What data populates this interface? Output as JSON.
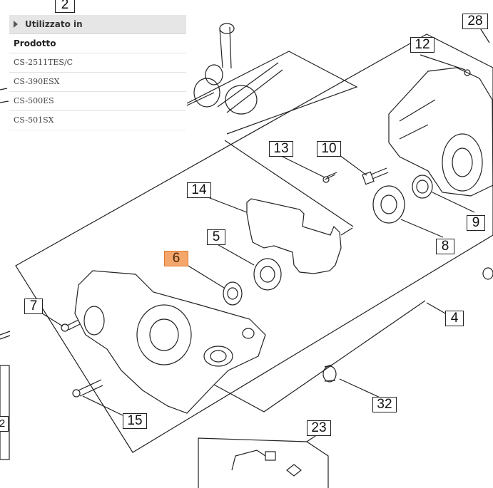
{
  "usage_panel": {
    "title": "Utilizzato in",
    "column_header": "Prodotto",
    "products": [
      "CS-2511TES/C",
      "CS-390ESX",
      "CS-500ES",
      "CS-501SX"
    ]
  },
  "callouts": {
    "c2": "2",
    "c28": "28",
    "c12": "12",
    "c13": "13",
    "c10": "10",
    "c14": "14",
    "c5": "5",
    "c6": "6",
    "c9": "9",
    "c8": "8",
    "c7": "7",
    "c4": "4",
    "c15": "15",
    "c32": "32",
    "c23": "23",
    "c_left": "2"
  },
  "colors": {
    "highlight": "#f5a66a",
    "line": "#222222",
    "panel_header": "#e6e6e6"
  },
  "icons": {
    "panel_expand": "triangle-right-icon"
  }
}
